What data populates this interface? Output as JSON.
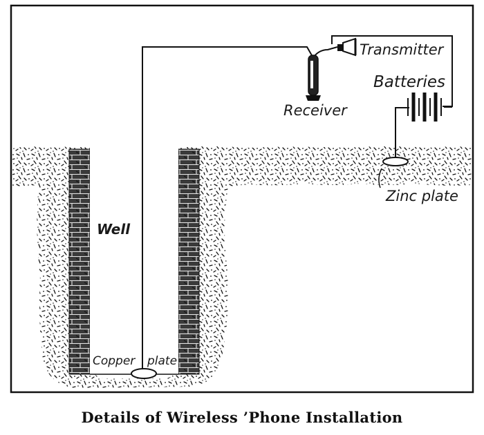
{
  "caption": "Details of Wireless ’Phone Installation",
  "labels": {
    "transmitter": "Transmitter",
    "batteries": "Batteries",
    "receiver": "Receiver",
    "well": "Well",
    "zinc_plate": "Zinc plate",
    "copper": "Copper",
    "plate": "plate"
  },
  "colors": {
    "ink": "#111111",
    "paper": "#ffffff"
  }
}
